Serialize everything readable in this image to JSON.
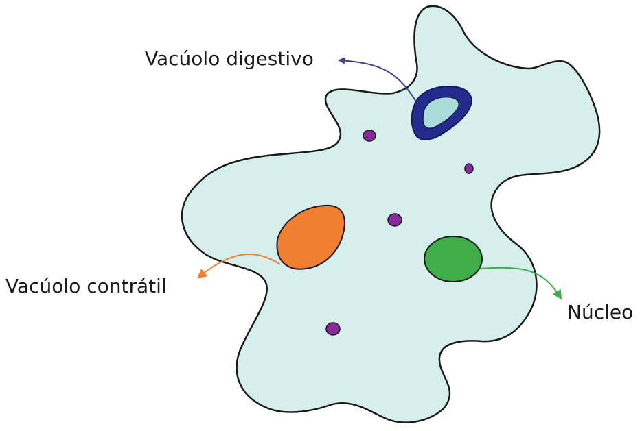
{
  "labels": {
    "digestive_vacuole": "Vacúolo digestivo",
    "contractile_vacuole": "Vacúolo contrátil",
    "nucleus": "Núcleo"
  },
  "colors": {
    "cytoplasm": "#d6eeec",
    "outline": "#1a1a1a",
    "digestive_vacuole_ring": "#232b8c",
    "digestive_vacuole_inner": "#a9dbd8",
    "contractile_vacuole": "#f07f32",
    "nucleus": "#3fae49",
    "granules": "#8b2a9c",
    "arrow_digestive": "#3b3f8f",
    "arrow_contractile": "#f07f32",
    "arrow_nucleus": "#3fae49"
  }
}
